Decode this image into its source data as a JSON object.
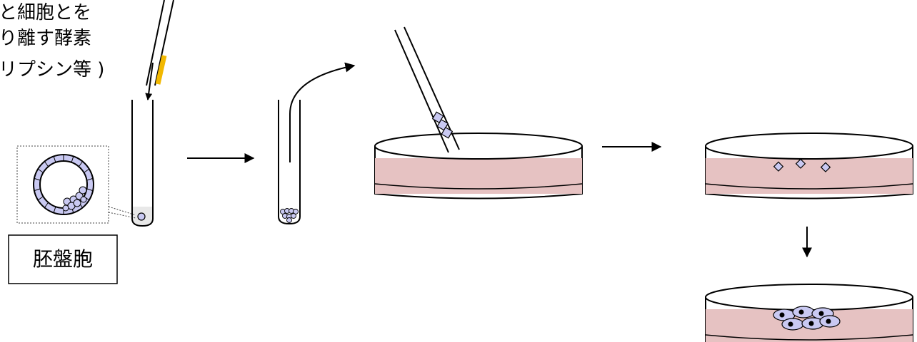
{
  "labels": {
    "enzyme_line1": "と細胞とを",
    "enzyme_line2": "り離す酵素",
    "enzyme_line3": "リプシン等 )",
    "blastocyst": "胚盤胞"
  },
  "colors": {
    "medium": "#e6c2c2",
    "cell_fill": "#c9c9f2",
    "pipette_mark": "#f2b800",
    "tube_bottom": "#e8e8e8",
    "stroke": "#000000"
  },
  "icons": {
    "pipette": "pipette-icon",
    "test_tube": "test-tube-icon",
    "dish": "culture-dish-icon",
    "arrow": "arrow-icon",
    "blastocyst": "blastocyst-icon"
  }
}
